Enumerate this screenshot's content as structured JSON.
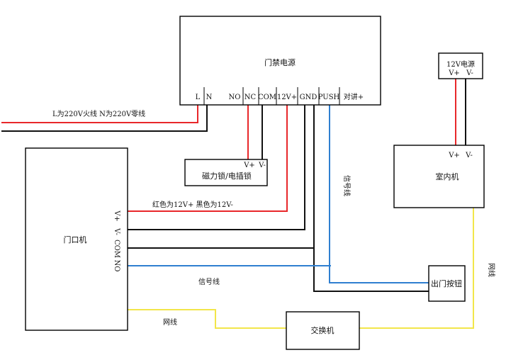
{
  "psu": {
    "title": "门禁电源",
    "terminals": [
      "L",
      "N",
      "NO",
      "NC",
      "COM",
      "12V+",
      "GND",
      "PUSH",
      "对讲+"
    ]
  },
  "power12v": {
    "title": "12V电源",
    "vplus": "V+",
    "vminus": "V-"
  },
  "lock": {
    "title": "磁力锁/电插锁",
    "vplus": "V+",
    "vminus": "V-"
  },
  "indoor": {
    "title": "室内机",
    "vplus": "V+",
    "vminus": "V-"
  },
  "door_station": {
    "title": "门口机",
    "pins": [
      "V+",
      "V-",
      "COM",
      "NO"
    ]
  },
  "exit_button": {
    "title": "出门按钮"
  },
  "switch": {
    "title": "交换机"
  },
  "labels": {
    "mains": "L为220V火线 N为220V零线",
    "power_colors": "红色为12V+ 黑色为12V-",
    "signal_vertical": "信号线",
    "signal_horizontal": "信号线",
    "network_left": "网线",
    "network_right": "网线"
  },
  "colors": {
    "red": "#e8272a",
    "black": "#111111",
    "blue": "#2f7fd0",
    "yellow": "#f2e64a"
  }
}
